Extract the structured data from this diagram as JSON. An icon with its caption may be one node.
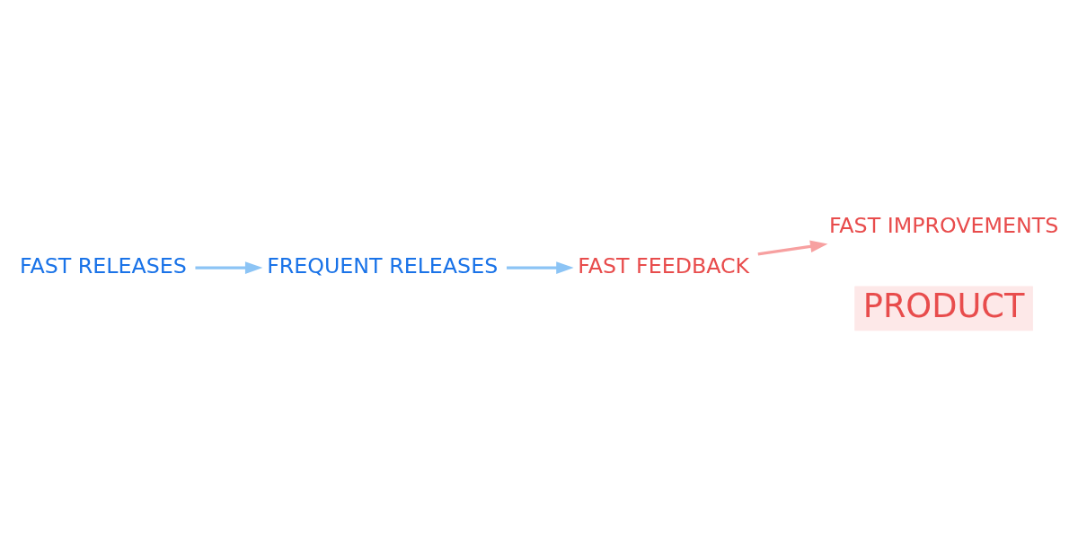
{
  "diagram": {
    "nodes": [
      {
        "text": [
          "FAST RELEASES"
        ]
      },
      {
        "text": [
          "FREQUENT RELEASES"
        ]
      },
      {
        "text": [
          "FAST FEEDBACK"
        ]
      },
      {
        "text": [
          "FAST IMPROVEMENTS"
        ]
      }
    ],
    "edges": [
      {
        "from": 0,
        "to": 1,
        "arrow": "to"
      },
      {
        "from": 1,
        "to": 2,
        "arrow": "to"
      },
      {
        "from": 2,
        "to": 3,
        "arrow": "to",
        "color": "#f7a0a0"
      }
    ],
    "labels": [
      "PRODUCT"
    ]
  }
}
